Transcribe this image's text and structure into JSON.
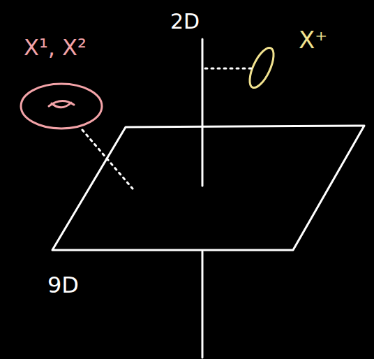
{
  "diagram": {
    "labels": [
      "2D",
      "9D",
      "X¹, X²",
      "X⁺"
    ]
  }
}
